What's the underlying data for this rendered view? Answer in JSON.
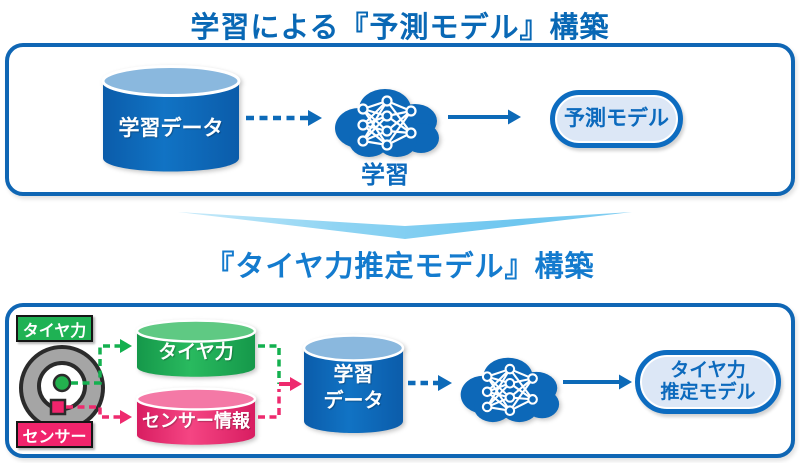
{
  "top": {
    "title": "学習による『予測モデル』構築",
    "training_data": "学習データ",
    "learning": "学習",
    "prediction_model": "予測モデル"
  },
  "bottom": {
    "title": "『タイヤ力推定モデル』構築",
    "tire_force_badge": "タイヤ力",
    "sensor_badge": "センサー",
    "tire_force_db": "タイヤ力",
    "sensor_info_db": "センサー情報",
    "training_db_line1": "学習",
    "training_db_line2": "データ",
    "model_line1": "タイヤ力",
    "model_line2": "推定モデル"
  },
  "colors": {
    "primary_blue": "#0d6ab8",
    "title_blue": "#0968b5",
    "title2_blue": "#147bce",
    "cylinder_top_blue": "#8ab8de",
    "pill_fill": "#dce7f6",
    "green": "#1fb254",
    "pink": "#ee2a6e",
    "tire_gray": "#a5a5a5",
    "chevron_blue": "#6ec6ef"
  }
}
